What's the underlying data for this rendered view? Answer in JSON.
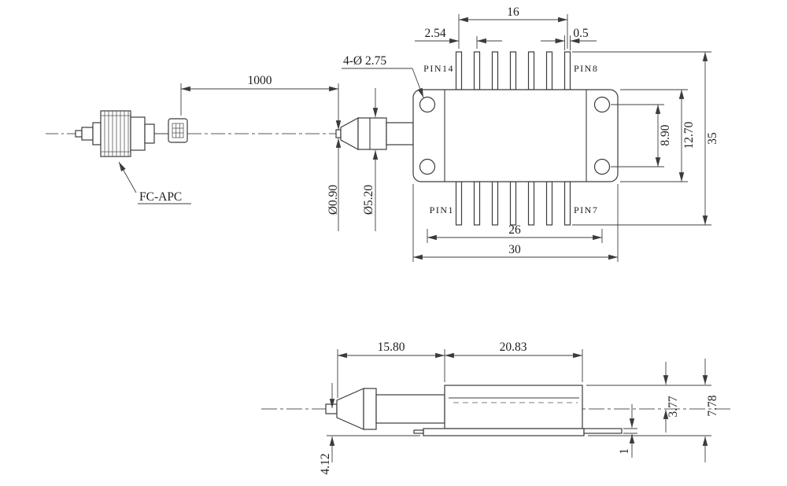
{
  "colors": {
    "line": "#3b3b3b",
    "text": "#1d1d1d",
    "background": "#ffffff"
  },
  "top_view": {
    "dim_fiber_length": "1000",
    "dim_pin_span": "16",
    "dim_pin_pitch": "2.54",
    "dim_pin_width": "0.5",
    "hole_callout": "4-Ø 2.75",
    "pin_top_left": "PIN14",
    "pin_top_right": "PIN8",
    "pin_bottom_left": "PIN1",
    "pin_bottom_right": "PIN7",
    "dim_hole_span_vertical": "8.90",
    "dim_body_height": "12.70",
    "dim_overall_height": "35",
    "dim_inner_width": "26",
    "dim_flange_width": "30",
    "dim_fiber_diameter": "Ø0.90",
    "dim_nose_diameter": "Ø5.20",
    "connector_label": "FC-APC"
  },
  "side_view": {
    "dim_nose_length": "15.80",
    "dim_body_length": "20.83",
    "dim_body_top_to_center": "3.77",
    "dim_total_height": "7.78",
    "dim_base_thickness": "1",
    "dim_center_to_base": "4.12"
  }
}
